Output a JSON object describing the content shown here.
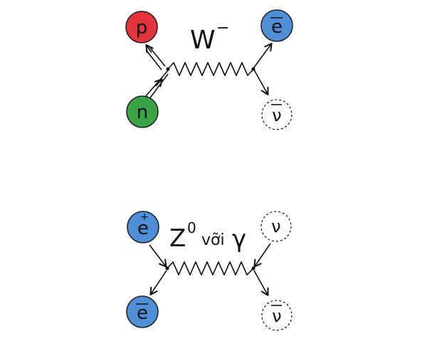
{
  "diagram_top": {
    "boson_label": "W",
    "boson_charge": "−",
    "particles": [
      {
        "id": "proton",
        "symbol": "p",
        "fill": "#e5343c"
      },
      {
        "id": "neutron",
        "symbol": "n",
        "fill": "#3aa345"
      },
      {
        "id": "electron",
        "symbol": "e",
        "fill": "#4f8fd8"
      },
      {
        "id": "antineutrino",
        "symbol": "ν",
        "fill": "#ffffff",
        "dashed": true
      }
    ]
  },
  "diagram_bottom": {
    "boson_label_main": "Z",
    "boson_label_sup": "0",
    "boson_label_or": "vỡi",
    "boson_label_alt": "γ",
    "particles": [
      {
        "id": "positron",
        "symbol": "e",
        "charge": "+",
        "fill": "#4f8fd8"
      },
      {
        "id": "electron",
        "symbol": "e",
        "fill": "#4f8fd8"
      },
      {
        "id": "neutrino",
        "symbol": "ν",
        "fill": "#ffffff",
        "dashed": true
      },
      {
        "id": "antineutrino",
        "symbol": "ν",
        "fill": "#ffffff",
        "dashed": true
      }
    ]
  }
}
